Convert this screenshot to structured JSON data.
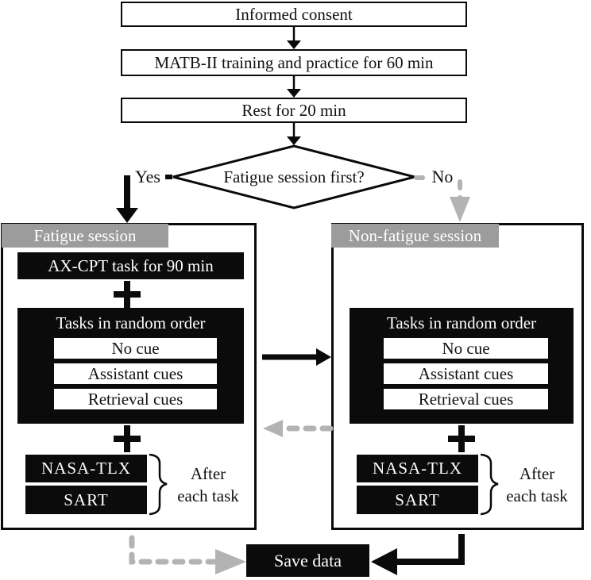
{
  "colors": {
    "box_black": "#0b0b0b",
    "header_gray": "#9c9c9c",
    "arrow_gray": "#b3b3b3",
    "line_black": "#0a0a0a"
  },
  "icons": {
    "plus": "+",
    "arrow_down": "▼",
    "arrow_right": "►",
    "arrow_left": "◄",
    "brace_right": "}"
  },
  "flow": {
    "consent": "Informed consent",
    "matb": "MATB-II training and practice for 60 min",
    "rest": "Rest for 20 min",
    "decision": "Fatigue session first?",
    "yes_label": "Yes",
    "no_label": "No"
  },
  "fatigue_session": {
    "title": "Fatigue session",
    "axcpt": "AX-CPT task for 90 min",
    "tasks_title": "Tasks in random order",
    "tasks": [
      "No cue",
      "Assistant cues",
      "Retrieval cues"
    ],
    "nasa": "NASA-TLX",
    "sart": "SART",
    "after_note": "After\neach task"
  },
  "nonfatigue_session": {
    "title": "Non-fatigue session",
    "tasks_title": "Tasks in random order",
    "tasks": [
      "No cue",
      "Assistant cues",
      "Retrieval cues"
    ],
    "nasa": "NASA-TLX",
    "sart": "SART",
    "after_note": "After\neach task"
  },
  "save_box": {
    "label": "Save data"
  }
}
